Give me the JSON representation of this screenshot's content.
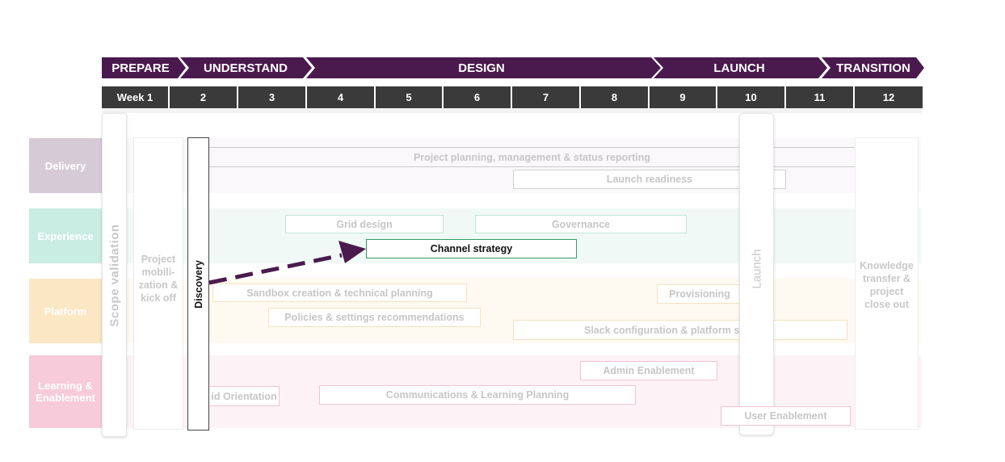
{
  "phases": [
    "PREPARE",
    "UNDERSTAND",
    "DESIGN",
    "LAUNCH",
    "TRANSITION"
  ],
  "weeks": [
    "Week 1",
    "2",
    "3",
    "4",
    "5",
    "6",
    "7",
    "8",
    "9",
    "10",
    "11",
    "12"
  ],
  "categories": {
    "delivery": "Delivery",
    "experience": "Experience",
    "platform": "Platform",
    "learning": "Learning & Enablement"
  },
  "vertical": {
    "scope": "Scope validation",
    "discovery": "Discovery",
    "launch": "Launch"
  },
  "side": {
    "left": "Project mobili- zation & kick off",
    "right": "Knowledge transfer & project close out"
  },
  "tasks": {
    "project_planning": "Project planning, management & status reporting",
    "launch_readiness": "Launch readiness",
    "grid_design": "Grid design",
    "governance": "Governance",
    "channel_strategy": "Channel strategy",
    "sandbox": "Sandbox creation & technical planning",
    "provisioning": "Provisioning",
    "policies": "Policies & settings recommendations",
    "slack_config": "Slack configuration & platform s",
    "admin_enablement": "Admin Enablement",
    "grid_orientation": "id Orientation",
    "comms_learning": "Communications & Learning Planning",
    "user_enablement": "User Enablement"
  },
  "colors": {
    "phase": "#4a1a4e",
    "week": "#3a3a3a",
    "delivery": "#d5cad6",
    "experience": "#c9ece3",
    "platform": "#fbe7c3",
    "learning": "#f7cbd9",
    "channel_border": "#2e9e6e",
    "arrow": "#4a1a4e"
  }
}
